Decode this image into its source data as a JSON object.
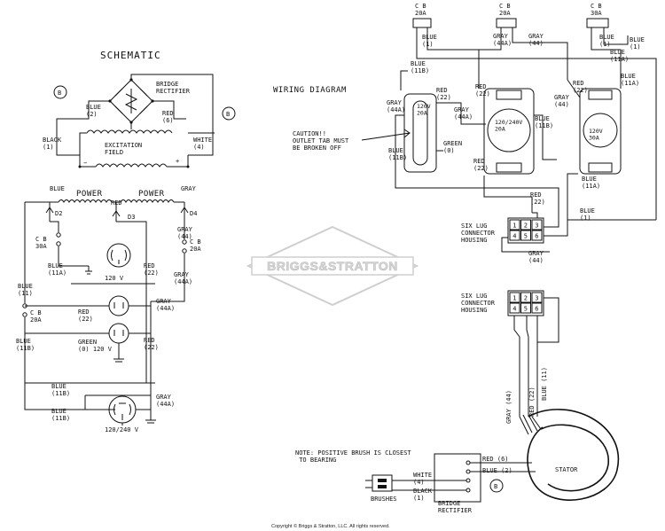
{
  "schematic": {
    "title": "SCHEMATIC",
    "bridge_rectifier_label": "BRIDGE\nRECTIFIER",
    "connector_b": "B",
    "blue_2": "BLUE\n(2)",
    "red_6": "RED\n(6)",
    "black_1": "BLACK\n(1)",
    "white_4": "WHITE\n(4)",
    "excitation_field": "EXCITATION\nFIELD",
    "minus": "−",
    "plus": "+",
    "blue_top": "BLUE",
    "power_1": "POWER",
    "power_2": "POWER",
    "gray_top": "GRAY",
    "d2": "D2",
    "red_mid": "RED",
    "d3": "D3",
    "d4": "D4",
    "cb30": "C B\n30A",
    "gray_44": "GRAY\n(44)",
    "cb20_right": "C B\n20A",
    "blue_11a": "BLUE\n(11A)",
    "v120_top": "120 V",
    "red_22_a": "RED\n(22)",
    "gray_44a_a": "GRAY\n(44A)",
    "blue_11": "BLUE\n(11)",
    "cb20_left": "C B\n20A",
    "red_22_b": "RED\n(22)",
    "gray_44a_b": "GRAY\n(44A)",
    "green_0": "GREEN\n(0) 120 V",
    "blue_11b_a": "BLUE\n(11B)",
    "red_22_c": "RED\n(22)",
    "blue_11b_b": "BLUE\n(11B)",
    "blue_11b_c": "BLUE\n(11B)",
    "gray_44a_c": "GRAY\n(44A)",
    "v120_240": "120/240 V"
  },
  "wiring": {
    "title": "WIRING DIAGRAM",
    "cb20_a": "C B\n20A",
    "cb20_b": "C B\n20A",
    "cb30": "C B\n30A",
    "blue_1_a": "BLUE\n(1)",
    "blue_1_b": "BLUE\n(1)",
    "blue_1_c": "BLUE\n(1)",
    "gray_44a_top": "GRAY\n(44A)",
    "gray_44_top": "GRAY\n(44)",
    "blue_11a_top": "BLUE\n(11A)",
    "blue_11b_top": "BLUE\n(11B)",
    "blue_11a_right": "BLUE\n(11A)",
    "red_22_top": "RED\n(22)",
    "gray_44a_left": "GRAY\n(44A)",
    "gray_44a_mid": "GRAY\n(44A)",
    "red_22_mid": "RED\n(22)",
    "blue_11b_mid": "BLUE\n(11B)",
    "gray_44_mid": "GRAY\n(44)",
    "red_22_right": "RED\n(22)",
    "blue_11a_mid": "BLUE\n(11A)",
    "outlet_120_20": "120V\n20A",
    "outlet_120_240": "120/240V\n20A",
    "outlet_120_30": "120V\n30A",
    "caution": "CAUTION!!\nOUTLET TAB MUST\nBE BROKEN OFF",
    "green_0": "GREEN\n(0)",
    "blue_11b_low": "BLUE\n(11B)",
    "red_22_low": "RED\n(22)",
    "red_22_conn": "RED\n(22)",
    "blue_1_conn": "BLUE\n(1)",
    "gray_44_conn": "GRAY\n(44)",
    "six_lug_1": "SIX LUG\nCONNECTOR\nHOUSING",
    "six_lug_2": "SIX LUG\nCONNECTOR\nHOUSING",
    "lugs": [
      "1",
      "2",
      "3",
      "4",
      "5",
      "6"
    ],
    "gray_44_stator": "GRAY (44)",
    "red_22_stator": "RED (22)",
    "blue_11_stator": "BLUE (11)",
    "stator": "STATOR",
    "note": "NOTE: POSITIVE BRUSH IS CLOSEST\n   TO BEARING",
    "red_6": "RED (6)",
    "blue_2": "BLUE (2)",
    "white_4": "WHITE\n(4)",
    "black_1": "BLACK\n(1)",
    "brushes": "BRUSHES",
    "bridge_rectifier": "BRIDGE\nRECTIFIER",
    "connector_b": "B"
  },
  "watermark": "BRIGGS&STRATTON",
  "copyright": "Copyright © Briggs & Stratton, LLC. All rights reserved."
}
